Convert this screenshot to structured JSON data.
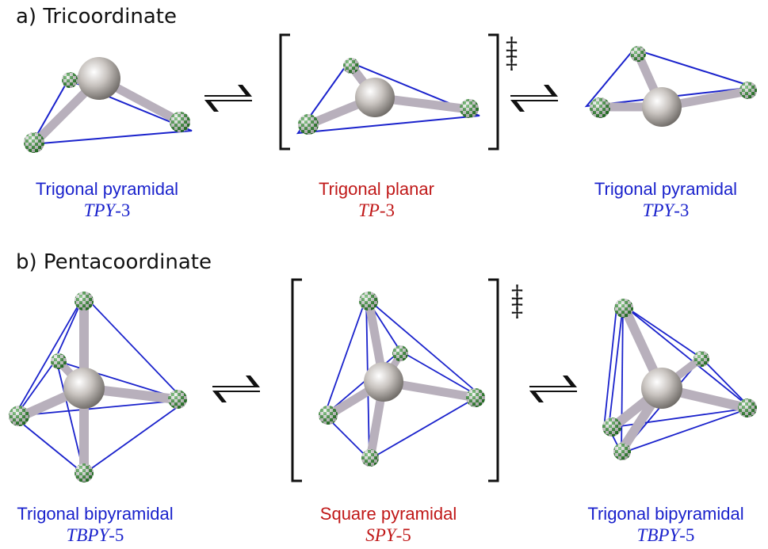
{
  "sections": {
    "a": {
      "title": "a) Tricoordinate"
    },
    "b": {
      "title": "b) Pentacoordinate"
    }
  },
  "tri": {
    "left": {
      "name": "Trigonal pyramidal",
      "code_italic": "TPY",
      "code_suffix": "-3"
    },
    "middle": {
      "name": "Trigonal planar",
      "code_italic": "TP",
      "code_suffix": "-3"
    },
    "right": {
      "name": "Trigonal pyramidal",
      "code_italic": "TPY",
      "code_suffix": "-3"
    }
  },
  "penta": {
    "left": {
      "name": "Trigonal bipyramidal",
      "code_italic": "TBPY",
      "code_suffix": "-5"
    },
    "middle": {
      "name": "Square pyramidal",
      "code_italic": "SPY",
      "code_suffix": "-5"
    },
    "right": {
      "name": "Trigonal bipyramidal",
      "code_italic": "TBPY",
      "code_suffix": "-5"
    }
  },
  "transition_state_symbol": "‡",
  "colors": {
    "blue": "#1a22cc",
    "red": "#c01818",
    "ligand_green": "#2a9a2a"
  }
}
